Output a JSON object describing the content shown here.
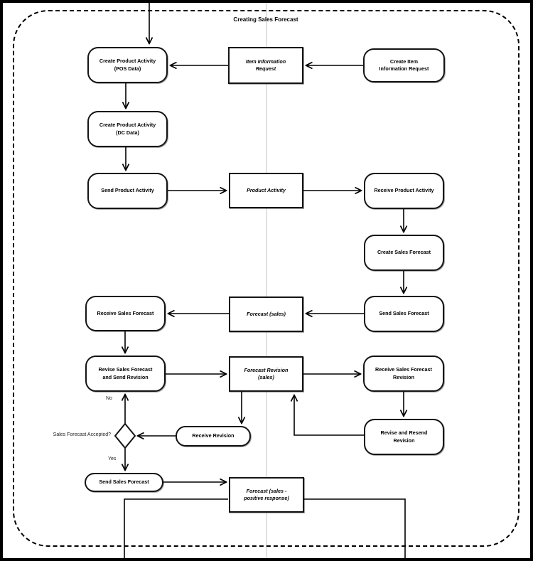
{
  "title": "Creating Sales Forecast",
  "nodes": {
    "create_product_activity_pos": {
      "label": "Create Product Activity\n(POS Data)"
    },
    "item_information_request": {
      "label": "Item Information\nRequest"
    },
    "create_item_information_request": {
      "label": "Create Item\nInformation Request"
    },
    "create_product_activity_dc": {
      "label": "Create Product Activity\n(DC Data)"
    },
    "send_product_activity": {
      "label": "Send Product Activity"
    },
    "product_activity": {
      "label": "Product Activity"
    },
    "receive_product_activity": {
      "label": "Receive Product Activity"
    },
    "create_sales_forecast": {
      "label": "Create Sales Forecast"
    },
    "receive_sales_forecast": {
      "label": "Receive Sales Forecast"
    },
    "forecast_sales": {
      "label": "Forecast (sales)"
    },
    "send_sales_forecast": {
      "label": "Send Sales Forecast"
    },
    "revise_sales_forecast_and_send_revision": {
      "label": "Revise Sales Forecast\nand Send Revision"
    },
    "forecast_revision_sales": {
      "label": "Forecast Revision\n(sales)"
    },
    "receive_sales_forecast_revision": {
      "label": "Receive Sales Forecast\nRevision"
    },
    "receive_revision": {
      "label": "Receive Revision"
    },
    "revise_and_resend_revision": {
      "label": "Revise and Resend\nRevision"
    },
    "send_sales_forecast_final": {
      "label": "Send Sales Forecast"
    },
    "forecast_sales_positive_response": {
      "label": "Forecast (sales -\npositive response)"
    }
  },
  "decision": {
    "question": "Sales Forecast Accepted?",
    "no_label": "No",
    "yes_label": "Yes"
  },
  "colors": {
    "stroke": "#000000",
    "background": "#ffffff",
    "divider": "#e2e2e2"
  }
}
